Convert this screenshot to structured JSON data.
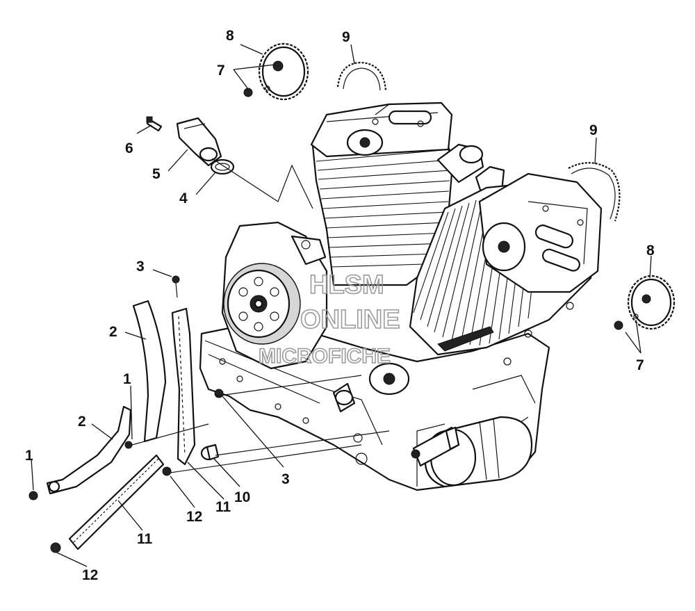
{
  "callouts": [
    {
      "id": "c8a",
      "label": "8"
    },
    {
      "id": "c7a",
      "label": "7"
    },
    {
      "id": "c9a",
      "label": "9"
    },
    {
      "id": "c6",
      "label": "6"
    },
    {
      "id": "c5",
      "label": "5"
    },
    {
      "id": "c4",
      "label": "4"
    },
    {
      "id": "c9b",
      "label": "9"
    },
    {
      "id": "c3a",
      "label": "3"
    },
    {
      "id": "c8b",
      "label": "8"
    },
    {
      "id": "c2a",
      "label": "2"
    },
    {
      "id": "c1a",
      "label": "1"
    },
    {
      "id": "c2b",
      "label": "2"
    },
    {
      "id": "c7b",
      "label": "7"
    },
    {
      "id": "c1b",
      "label": "1"
    },
    {
      "id": "c3b",
      "label": "3"
    },
    {
      "id": "c10",
      "label": "10"
    },
    {
      "id": "c11a",
      "label": "11"
    },
    {
      "id": "c12a",
      "label": "12"
    },
    {
      "id": "c11b",
      "label": "11"
    },
    {
      "id": "c12b",
      "label": "12"
    }
  ],
  "watermark": {
    "line1": "HLSM",
    "line2": "ONLINE",
    "line3": "MICROFICHE"
  }
}
